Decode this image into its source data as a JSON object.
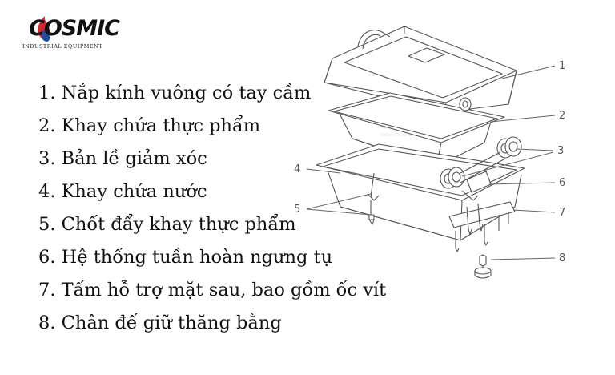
{
  "logo": {
    "brand": "COSMIC",
    "tagline": "INDUSTRIAL EQUIPMENT"
  },
  "parts": [
    "1. Nắp kính vuông có tay cầm",
    "2. Khay chứa thực phẩm",
    "3. Bản lề giảm xóc",
    "4. Khay chứa nước",
    "5. Chốt đẩy khay thực phẩm",
    "6. Hệ thống tuần hoàn ngưng tụ",
    "7. Tấm hỗ trợ mặt sau, bao gồm ốc vít",
    "8. Chân đế giữ thăng bằng"
  ],
  "callouts": [
    "1",
    "2",
    "3",
    "4",
    "5",
    "6",
    "7",
    "8"
  ],
  "colors": {
    "flame_red": "#d7262b",
    "drop_blue": "#1f4e9c",
    "line": "#555555"
  }
}
